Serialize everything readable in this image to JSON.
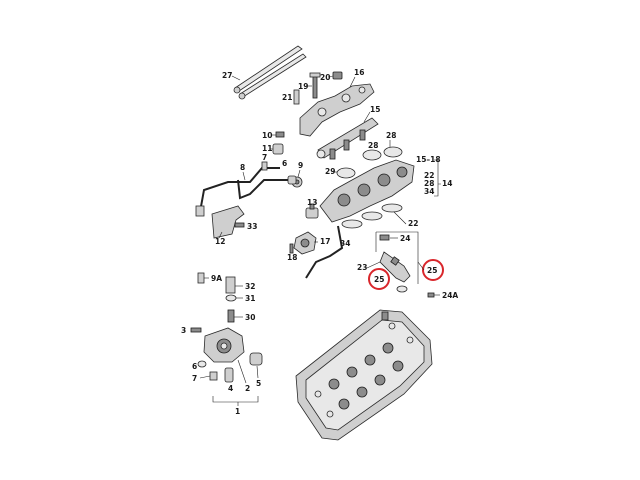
{
  "diagram": {
    "labels": {
      "l27": "27",
      "l20": "20",
      "l16": "16",
      "l19": "19",
      "l21": "21",
      "l15": "15",
      "l10": "10",
      "l11": "11",
      "l9": "9",
      "l28a": "28",
      "l28b": "28",
      "l15_18": "15–18",
      "l8": "8",
      "l7": "7",
      "l6": "6",
      "l29": "29",
      "l22a": "22",
      "l28c": "28",
      "l34a": "34",
      "l14": "14",
      "l13": "13",
      "l22b": "22",
      "l12": "12",
      "l33": "33",
      "l17": "17",
      "l18": "18",
      "l24": "24",
      "l34b": "34",
      "l23": "23",
      "l25a": "25",
      "l25b": "25",
      "l24A": "24A",
      "l9A": "9A",
      "l32": "32",
      "l31": "31",
      "l30": "30",
      "l3": "3",
      "l6b": "6",
      "l7b": "7",
      "l4": "4",
      "l2": "2",
      "l5": "5",
      "l1": "1"
    },
    "highlight_color": "#d9262b"
  }
}
